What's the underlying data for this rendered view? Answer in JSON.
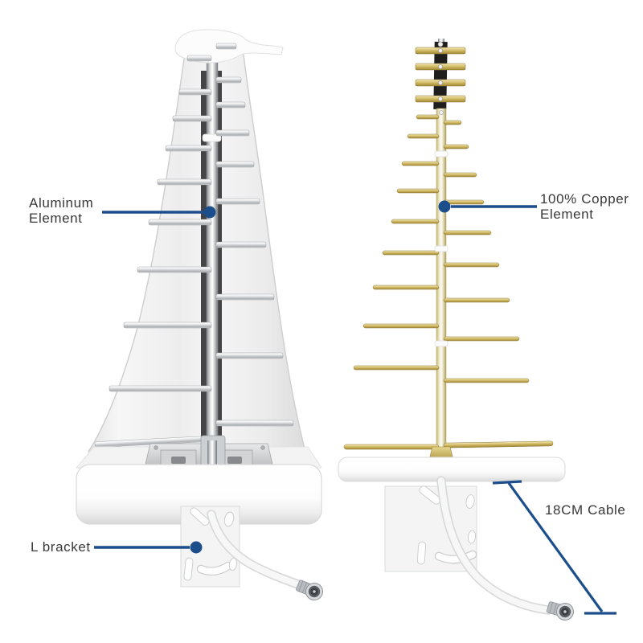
{
  "callouts": {
    "aluminum_element": "Aluminum Element",
    "copper_element": "100% Copper Element",
    "l_bracket": "L bracket",
    "cable_length": "18CM Cable"
  },
  "colors": {
    "callout_blue": "#1d4e8c",
    "label_text": "#383838",
    "background": "#ffffff",
    "aluminum_silver": "#c6c9cb",
    "copper_brass": "#cdb45e",
    "plastic_white": "#f5f5f6",
    "pcb_black": "#201e1d"
  }
}
